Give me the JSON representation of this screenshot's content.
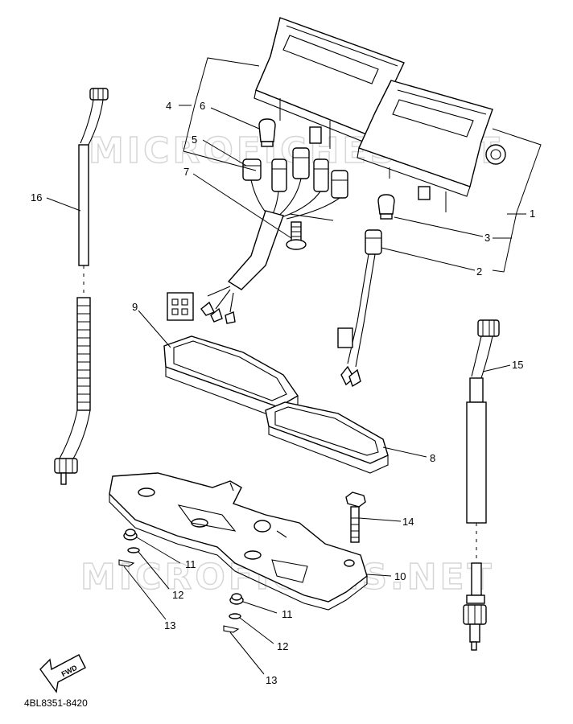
{
  "diagram": {
    "part_number": "4BL8351-8420",
    "fwd_label": "FWD",
    "watermark": "MICROFICHES.NET",
    "callouts": [
      "1",
      "2",
      "3",
      "4",
      "5",
      "6",
      "7",
      "8",
      "9",
      "10",
      "11",
      "12",
      "13",
      "14",
      "15",
      "16",
      "11",
      "12",
      "13"
    ]
  }
}
